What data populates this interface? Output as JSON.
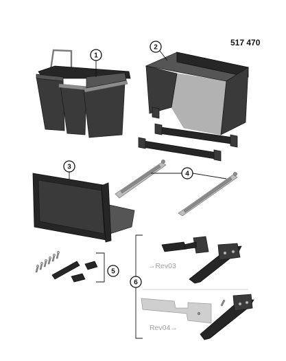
{
  "header": {
    "article_number": "517 470"
  },
  "callouts": {
    "part_1": "1",
    "part_2": "2",
    "part_3": "3",
    "part_4": "4",
    "part_5": "5",
    "part_6": "6"
  },
  "revisions": {
    "rev03": "→Rev03",
    "rev04": "Rev04→"
  }
}
